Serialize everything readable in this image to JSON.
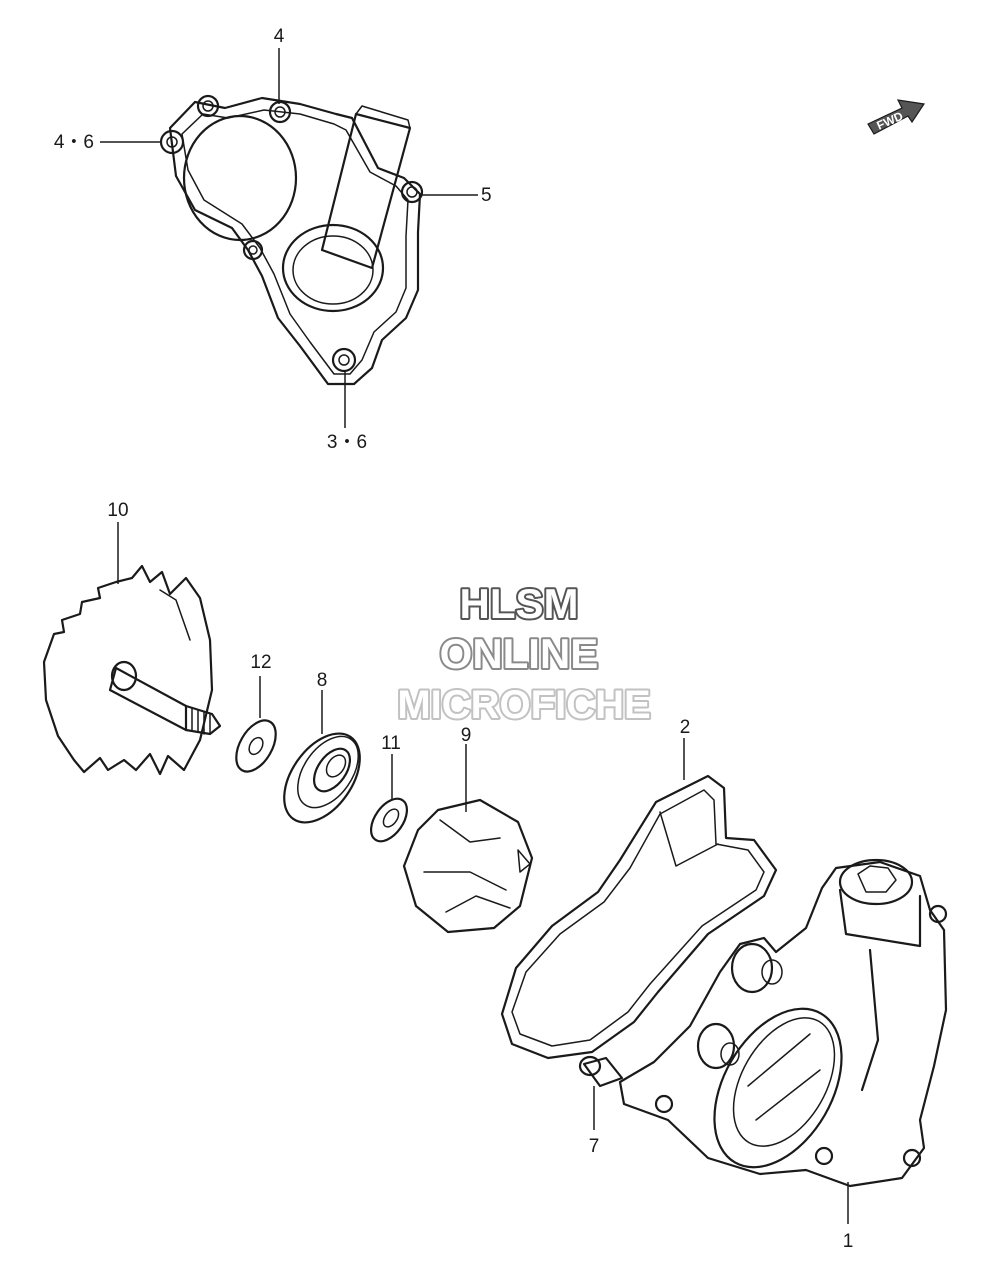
{
  "callouts": {
    "c1": "1",
    "c2": "2",
    "c3_6": "3・6",
    "c4": "4",
    "c4_6": "4・6",
    "c5": "5",
    "c7": "7",
    "c8": "8",
    "c9": "9",
    "c10": "10",
    "c11": "11",
    "c12": "12"
  },
  "watermark": {
    "line1": "HLSM",
    "line2": "ONLINE",
    "line3": "MICROFICHE",
    "colors": [
      "#555555",
      "#8a8a8a",
      "#c2c2c2"
    ]
  },
  "fwd_label": "FWD"
}
